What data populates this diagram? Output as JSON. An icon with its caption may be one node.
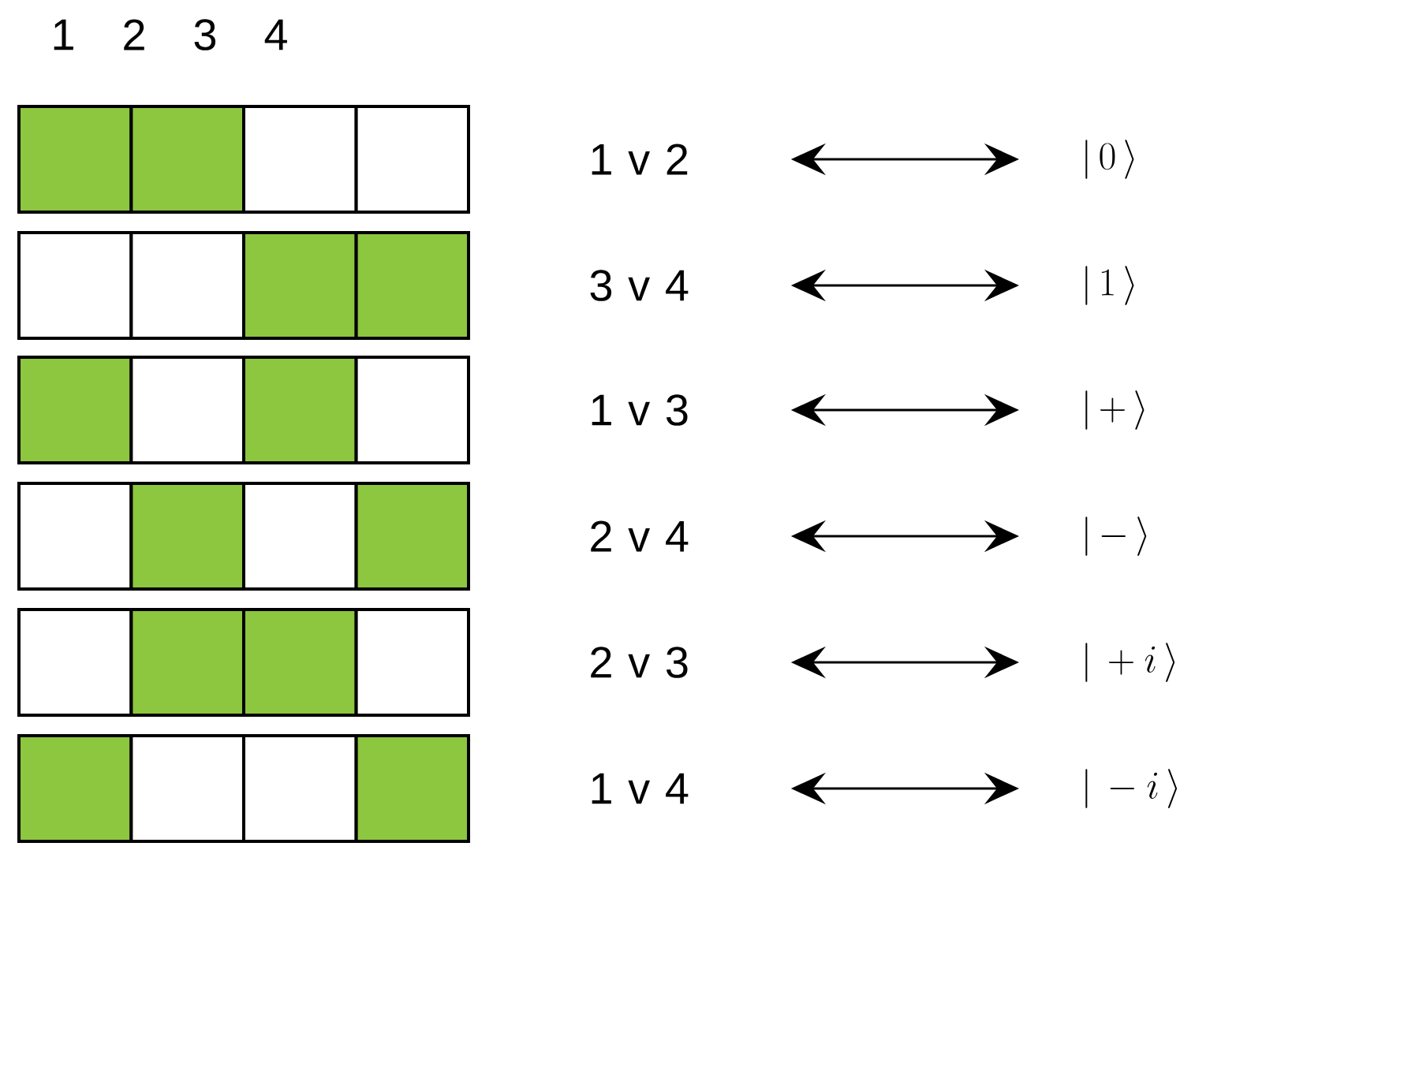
{
  "diagram": {
    "nodes": [
      {
        "text": [
          "1 v 2"
        ]
      },
      {
        "text": [
          "|\\,0\\,\\rangle"
        ]
      },
      {
        "text": [
          "3 v 4"
        ]
      },
      {
        "text": [
          "|\\,1\\,\\rangle"
        ]
      },
      {
        "text": [
          "1 v 3"
        ]
      },
      {
        "text": [
          "|\\,+\\,\\rangle"
        ]
      },
      {
        "text": [
          "2 v 4"
        ]
      },
      {
        "text": [
          "|\\,-\\,\\rangle"
        ]
      },
      {
        "text": [
          "2 v 3"
        ]
      },
      {
        "text": [
          "|\\,+i\\,\\rangle"
        ]
      },
      {
        "text": [
          "1 v 4"
        ]
      },
      {
        "text": [
          "|\\,-i\\,\\rangle"
        ]
      }
    ],
    "edges": [
      {
        "from": 0,
        "to": 1,
        "arrow": "both"
      },
      {
        "from": 2,
        "to": 3,
        "arrow": "both"
      },
      {
        "from": 4,
        "to": 5,
        "arrow": "both"
      },
      {
        "from": 6,
        "to": 7,
        "arrow": "both"
      },
      {
        "from": 8,
        "to": 9,
        "arrow": "both"
      },
      {
        "from": 10,
        "to": 11,
        "arrow": "both"
      }
    ],
    "labels": [
      "1",
      "2",
      "3",
      "4"
    ]
  }
}
